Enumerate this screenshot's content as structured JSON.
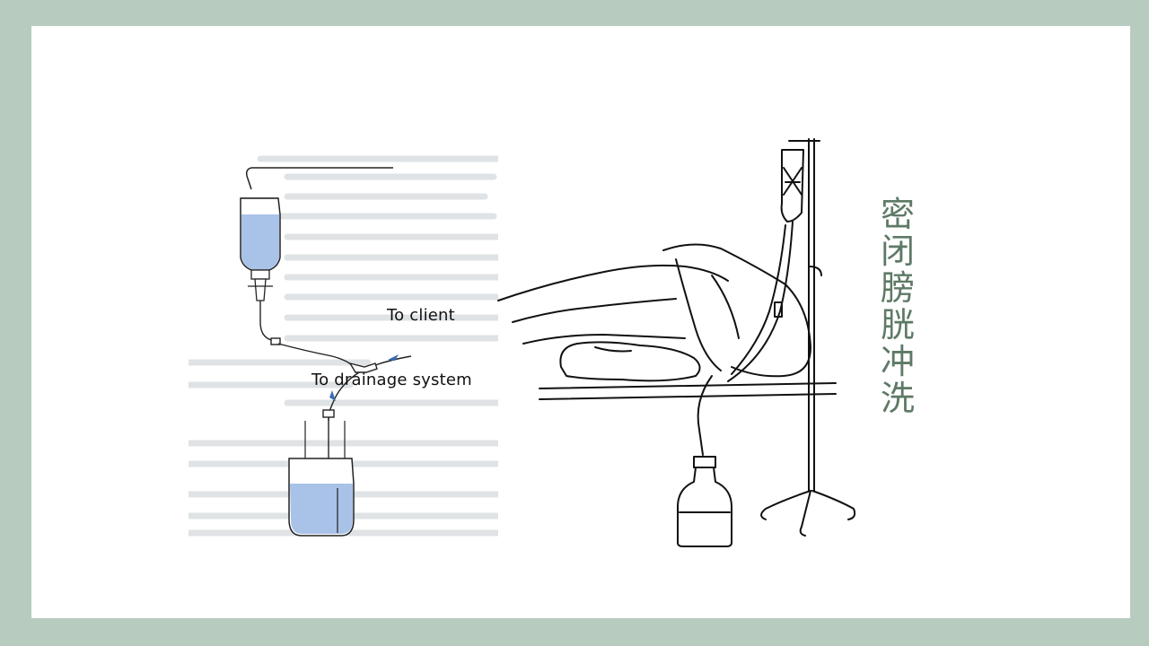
{
  "title": "密闭膀胱冲洗",
  "left_figure": {
    "labels": {
      "to_client": "To client",
      "to_drainage": "To drainage system"
    }
  },
  "colors": {
    "frame": "#b7cbbf",
    "title": "#5e7a66",
    "fluid": "#a9c2e8",
    "arrow": "#3b6bb5"
  }
}
